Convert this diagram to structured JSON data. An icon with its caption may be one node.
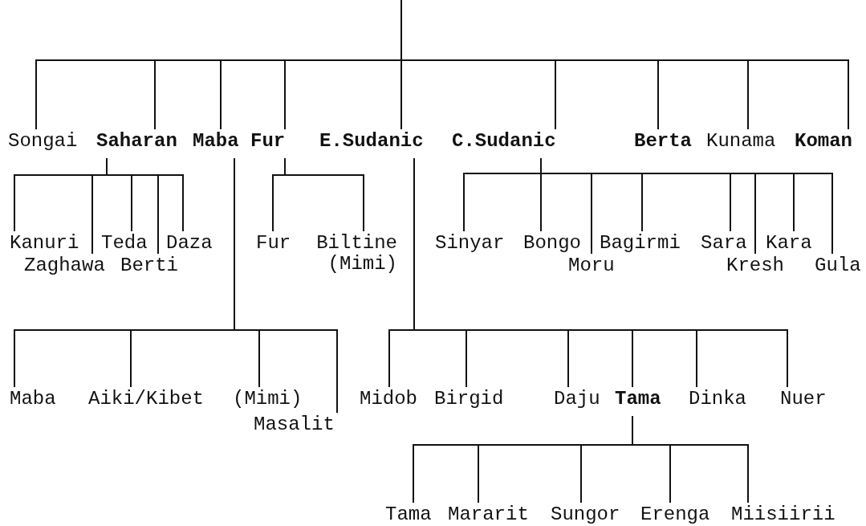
{
  "diagram": {
    "nodes": [
      {
        "text": [
          "Songai"
        ]
      },
      {
        "text": [
          "Saharan"
        ]
      },
      {
        "text": [
          "Maba"
        ]
      },
      {
        "text": [
          "Fur"
        ]
      },
      {
        "text": [
          "E.Sudanic"
        ]
      },
      {
        "text": [
          "C.Sudanic"
        ]
      },
      {
        "text": [
          "Berta"
        ]
      },
      {
        "text": [
          "Kunama"
        ]
      },
      {
        "text": [
          "Koman"
        ]
      },
      {
        "text": [
          "Kanuri"
        ]
      },
      {
        "text": [
          "Teda"
        ]
      },
      {
        "text": [
          "Daza"
        ]
      },
      {
        "text": [
          "Fur"
        ]
      },
      {
        "text": [
          "Biltine (Mimi)"
        ]
      },
      {
        "text": [
          "Sinyar"
        ]
      },
      {
        "text": [
          "Bongo"
        ]
      },
      {
        "text": [
          "Bagirmi"
        ]
      },
      {
        "text": [
          "Sara"
        ]
      },
      {
        "text": [
          "Kara"
        ]
      },
      {
        "text": [
          "Zaghawa"
        ]
      },
      {
        "text": [
          "Berti"
        ]
      },
      {
        "text": [
          "Moru"
        ]
      },
      {
        "text": [
          "Kresh"
        ]
      },
      {
        "text": [
          "Gula"
        ]
      },
      {
        "text": [
          "Maba"
        ]
      },
      {
        "text": [
          "Aiki/Kibet"
        ]
      },
      {
        "text": [
          "(Mimi)"
        ]
      },
      {
        "text": [
          "Midob"
        ]
      },
      {
        "text": [
          "Birgid"
        ]
      },
      {
        "text": [
          "Daju"
        ]
      },
      {
        "text": [
          "Tama"
        ]
      },
      {
        "text": [
          "Dinka"
        ]
      },
      {
        "text": [
          "Nuer"
        ]
      },
      {
        "text": [
          "Masalit"
        ]
      },
      {
        "text": [
          "Tama"
        ]
      },
      {
        "text": [
          "Mararit"
        ]
      },
      {
        "text": [
          "Sungor"
        ]
      },
      {
        "text": [
          "Erenga"
        ]
      },
      {
        "text": [
          "Miisiirii"
        ]
      }
    ],
    "edges": [
      {
        "from": null,
        "to": 0,
        "arrow": "none"
      },
      {
        "from": null,
        "to": 1,
        "arrow": "none"
      },
      {
        "from": null,
        "to": 2,
        "arrow": "none"
      },
      {
        "from": null,
        "to": 3,
        "arrow": "none"
      },
      {
        "from": null,
        "to": 4,
        "arrow": "none"
      },
      {
        "from": null,
        "to": 5,
        "arrow": "none"
      },
      {
        "from": null,
        "to": 6,
        "arrow": "none"
      },
      {
        "from": null,
        "to": 7,
        "arrow": "none"
      },
      {
        "from": null,
        "to": 8,
        "arrow": "none"
      },
      {
        "from": 1,
        "to": 9,
        "arrow": "none"
      },
      {
        "from": 1,
        "to": 19,
        "arrow": "none"
      },
      {
        "from": 1,
        "to": 10,
        "arrow": "none"
      },
      {
        "from": 1,
        "to": 20,
        "arrow": "none"
      },
      {
        "from": 1,
        "to": 11,
        "arrow": "none"
      },
      {
        "from": 3,
        "to": 12,
        "arrow": "none"
      },
      {
        "from": 3,
        "to": 13,
        "arrow": "none"
      },
      {
        "from": 5,
        "to": 14,
        "arrow": "none"
      },
      {
        "from": 5,
        "to": 15,
        "arrow": "none"
      },
      {
        "from": 5,
        "to": 21,
        "arrow": "none"
      },
      {
        "from": 5,
        "to": 16,
        "arrow": "none"
      },
      {
        "from": 5,
        "to": 17,
        "arrow": "none"
      },
      {
        "from": 5,
        "to": 22,
        "arrow": "none"
      },
      {
        "from": 5,
        "to": 18,
        "arrow": "none"
      },
      {
        "from": 5,
        "to": 23,
        "arrow": "none"
      },
      {
        "from": 2,
        "to": 24,
        "arrow": "none"
      },
      {
        "from": 2,
        "to": 25,
        "arrow": "none"
      },
      {
        "from": 2,
        "to": 26,
        "arrow": "none"
      },
      {
        "from": 2,
        "to": 33,
        "arrow": "none"
      },
      {
        "from": 4,
        "to": 27,
        "arrow": "none"
      },
      {
        "from": 4,
        "to": 28,
        "arrow": "none"
      },
      {
        "from": 4,
        "to": 29,
        "arrow": "none"
      },
      {
        "from": 4,
        "to": 30,
        "arrow": "none"
      },
      {
        "from": 4,
        "to": 31,
        "arrow": "none"
      },
      {
        "from": 4,
        "to": 32,
        "arrow": "none"
      },
      {
        "from": 30,
        "to": 34,
        "arrow": "none"
      },
      {
        "from": 30,
        "to": 35,
        "arrow": "none"
      },
      {
        "from": 30,
        "to": 36,
        "arrow": "none"
      },
      {
        "from": 30,
        "to": 37,
        "arrow": "none"
      },
      {
        "from": 30,
        "to": 38,
        "arrow": "none"
      }
    ]
  }
}
